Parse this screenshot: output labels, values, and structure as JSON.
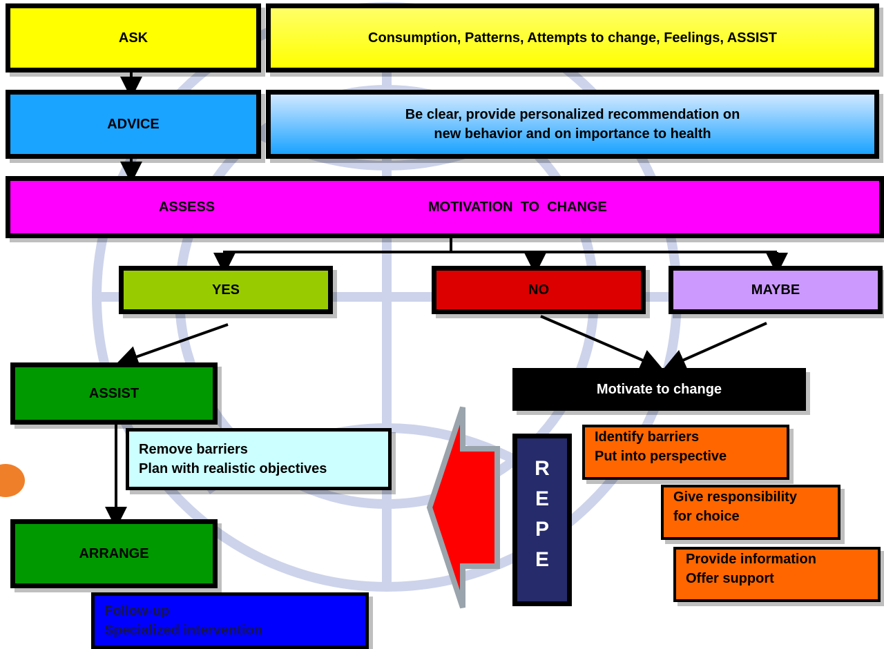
{
  "row1": {
    "step": "ASK",
    "detail": "Consumption, Patterns, Attempts to change, Feelings, ASSIST"
  },
  "row2": {
    "step": "ADVICE",
    "detail_line1": "Be clear, provide personalized recommendation on",
    "detail_line2": "new behavior and on importance to health"
  },
  "row3": {
    "step": "ASSESS",
    "detail": "MOTIVATION  TO  CHANGE"
  },
  "answers": {
    "yes": "YES",
    "no": "NO",
    "maybe": "MAYBE"
  },
  "assist": {
    "title": "ASSIST",
    "line1": "Remove barriers",
    "line2": "Plan with realistic objectives"
  },
  "arrange": {
    "title": "ARRANGE",
    "line1": "Follow-up",
    "line2": "Specialized intervention"
  },
  "motivate": {
    "title": "Motivate to change",
    "box1_line1": "Identify barriers",
    "box1_line2": "Put into perspective",
    "box2_line1": "Give responsibility",
    "box2_line2": "for choice",
    "box3_line1": "Provide information",
    "box3_line2": "Offer support"
  },
  "repeat_letters": [
    "R",
    "E",
    "P",
    "E"
  ],
  "colors": {
    "ask": "#ffff00",
    "advice": "#1aa3ff",
    "assess": "#ff00ff",
    "yes": "#99cc00",
    "no": "#dd0000",
    "maybe": "#cc99ff",
    "assist": "#009900",
    "assist_detail": "#ccffff",
    "arrange_detail": "#0000ff",
    "motivate": "#000000",
    "motivate_steps": "#ff6600",
    "repeat": "#262b6b",
    "arrow": "#ff0000"
  }
}
